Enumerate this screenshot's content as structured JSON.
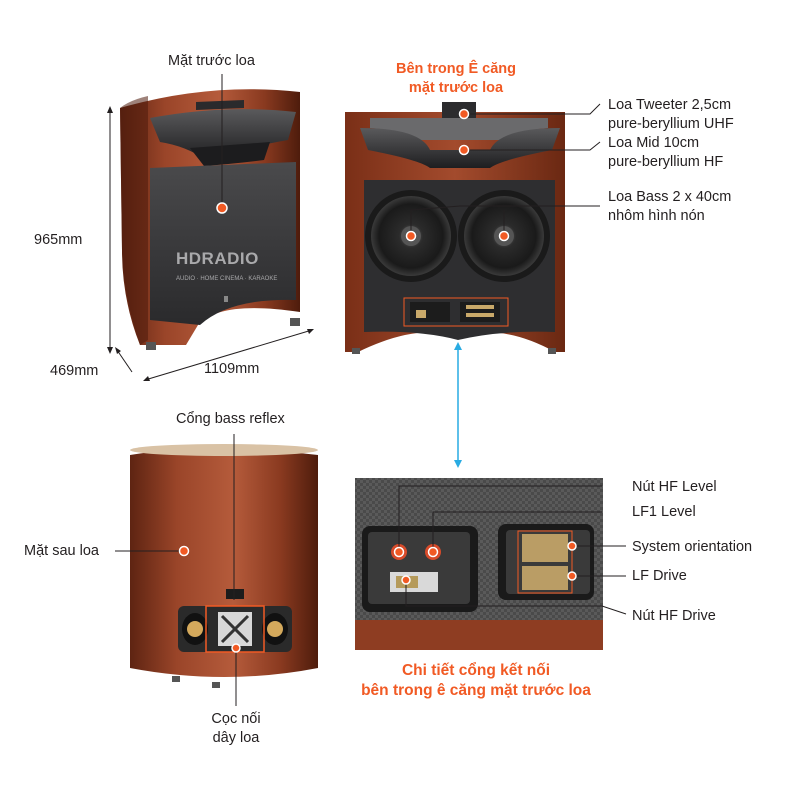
{
  "labels": {
    "front": "Mặt trước loa",
    "inside_title_1": "Bên trong Ê căng",
    "inside_title_2": "mặt trước loa",
    "tweeter_1": "Loa Tweeter 2,5cm",
    "tweeter_2": "pure-beryllium UHF",
    "mid_1": "Loa Mid 10cm",
    "mid_2": "pure-beryllium HF",
    "bass_1": "Loa Bass 2 x 40cm",
    "bass_2": "nhôm hình nón",
    "height": "965mm",
    "depth": "469mm",
    "width": "1109mm",
    "bass_reflex": "Cổng bass reflex",
    "rear": "Mặt sau loa",
    "terminal_1": "Cọc nối",
    "terminal_2": "dây loa",
    "hf_level": "Nút HF Level",
    "lf1_level": "LF1 Level",
    "system_orientation": "System orientation",
    "lf_drive": "LF Drive",
    "hf_drive": "Nút HF Drive",
    "detail_title_1": "Chi tiết cổng kết nối",
    "detail_title_2": "bên trong ê căng mặt trước loa",
    "watermark": "HDRADIO",
    "watermark_sub": "AUDIO · HOME CINEMA · KARAOKE"
  },
  "colors": {
    "accent": "#f15a24",
    "wood": "#8e3d22",
    "wood_light": "#b4583a",
    "grille": "#3a3a3c",
    "arrow_blue": "#29abe2"
  }
}
